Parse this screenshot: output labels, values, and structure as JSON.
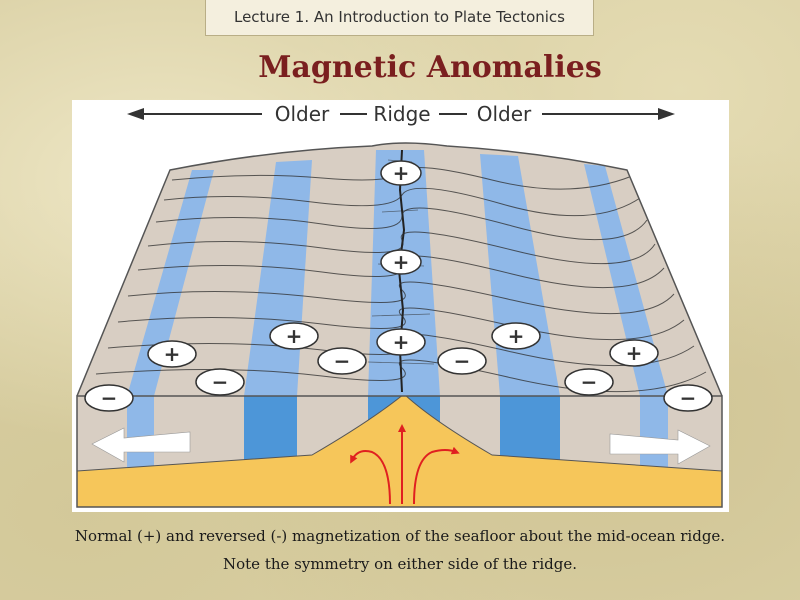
{
  "header": {
    "title": "Lecture 1. An Introduction to Plate Tectonics"
  },
  "slide": {
    "title": "Magnetic Anomalies"
  },
  "diagram": {
    "labels": {
      "older_left": "Older",
      "ridge": "Ridge",
      "older_right": "Older"
    },
    "symbols": {
      "normal": "+",
      "reversed": "−"
    },
    "colors": {
      "normal_stripe": "#8fb8e8",
      "reversed_stripe": "#d8cec3",
      "mantle": "#f6c65a",
      "arrow_red": "#e02020"
    }
  },
  "caption": {
    "line1": "Normal (+) and reversed (-) magnetization of the seafloor about the mid-ocean ridge.",
    "line2": "Note the symmetry on either side of the ridge."
  }
}
